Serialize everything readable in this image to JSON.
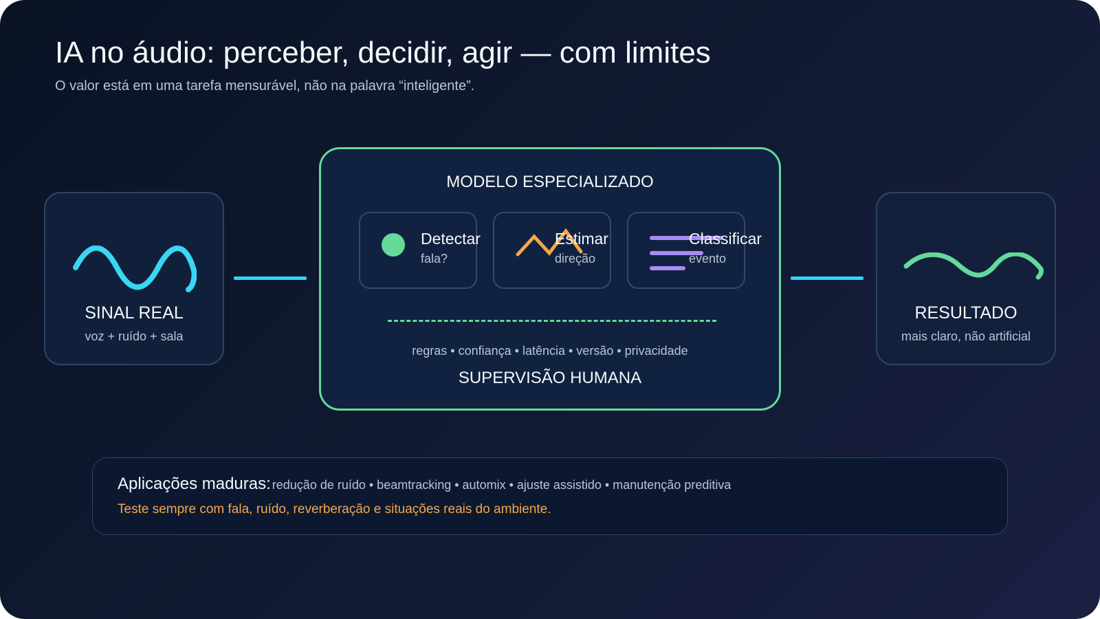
{
  "title": "IA no áudio: perceber, decidir, agir — com limites",
  "subtitle": "O valor está em uma tarefa mensurável, não na palavra “inteligente”.",
  "input_card": {
    "label": "SINAL REAL",
    "sub": "voz + ruído + sala",
    "icon": "wave-icon"
  },
  "model": {
    "title": "MODELO ESPECIALIZADO",
    "steps": [
      {
        "label": "Detectar",
        "sub": "fala?",
        "icon": "dot-icon"
      },
      {
        "label": "Estimar",
        "sub": "direção",
        "icon": "zigzag-icon"
      },
      {
        "label": "Classificar",
        "sub": "evento",
        "icon": "lines-icon"
      }
    ],
    "constraints": "regras • confiança • latência • versão • privacidade",
    "supervision": "SUPERVISÃO HUMANA"
  },
  "output_card": {
    "label": "RESULTADO",
    "sub": "mais claro, não artificial",
    "icon": "smooth-wave-icon"
  },
  "applications": {
    "heading": "Aplicações maduras:",
    "list": "redução de ruído • beamtracking • automix • ajuste assistido • manutenção preditiva",
    "warning": "Teste sempre com fala, ruído, reverberação e situações reais do ambiente."
  },
  "colors": {
    "background": "#0f1730",
    "accent_green": "#64d99a",
    "accent_cyan": "#33d4f2",
    "accent_orange": "#f5a74a",
    "accent_purple": "#a98bf5"
  }
}
